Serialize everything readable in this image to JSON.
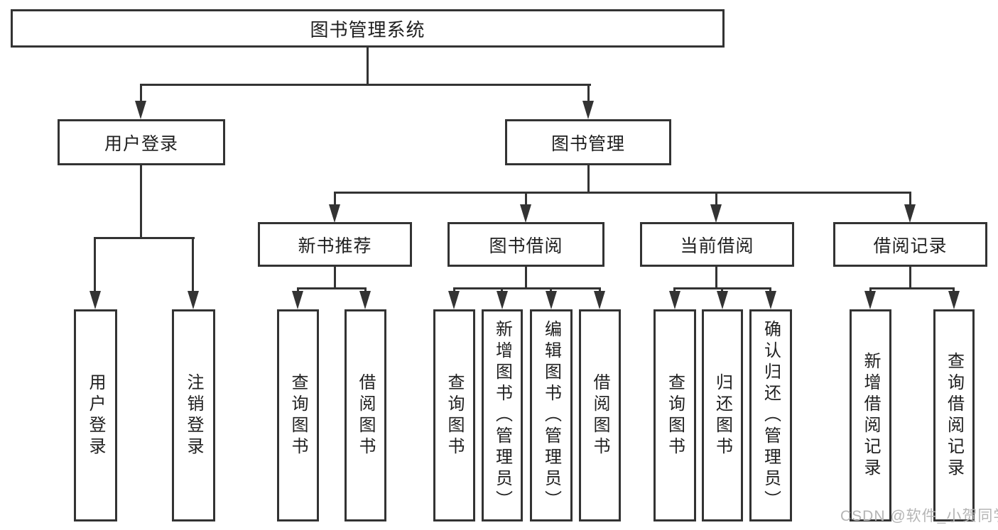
{
  "nodes": {
    "root": "图书管理系统",
    "user_login": "用户登录",
    "book_mgmt": "图书管理",
    "user_login_leaf": "用户登录",
    "logout_leaf": "注销登录",
    "new_book_rec": "新书推荐",
    "book_borrow": "图书借阅",
    "current_borrow": "当前借阅",
    "borrow_records": "借阅记录",
    "rec_query_book": "查询图书",
    "rec_borrow_book": "借阅图书",
    "bb_query_book": "查询图书",
    "bb_add_book": "新增图书（管理员）",
    "bb_edit_book": "编辑图书（管理员）",
    "bb_borrow_book": "借阅图书",
    "cb_query_book": "查询图书",
    "cb_return_book": "归还图书",
    "cb_confirm_return": "确认归还（管理员）",
    "br_add_record": "新增借阅记录",
    "br_query_record": "查询借阅记录"
  },
  "watermark": {
    "text": "CSDN @软件_小贺同学",
    "color": "#b5b5b5"
  },
  "colors": {
    "line": "#333333",
    "text": "#1f1f1f",
    "background": "#ffffff"
  }
}
